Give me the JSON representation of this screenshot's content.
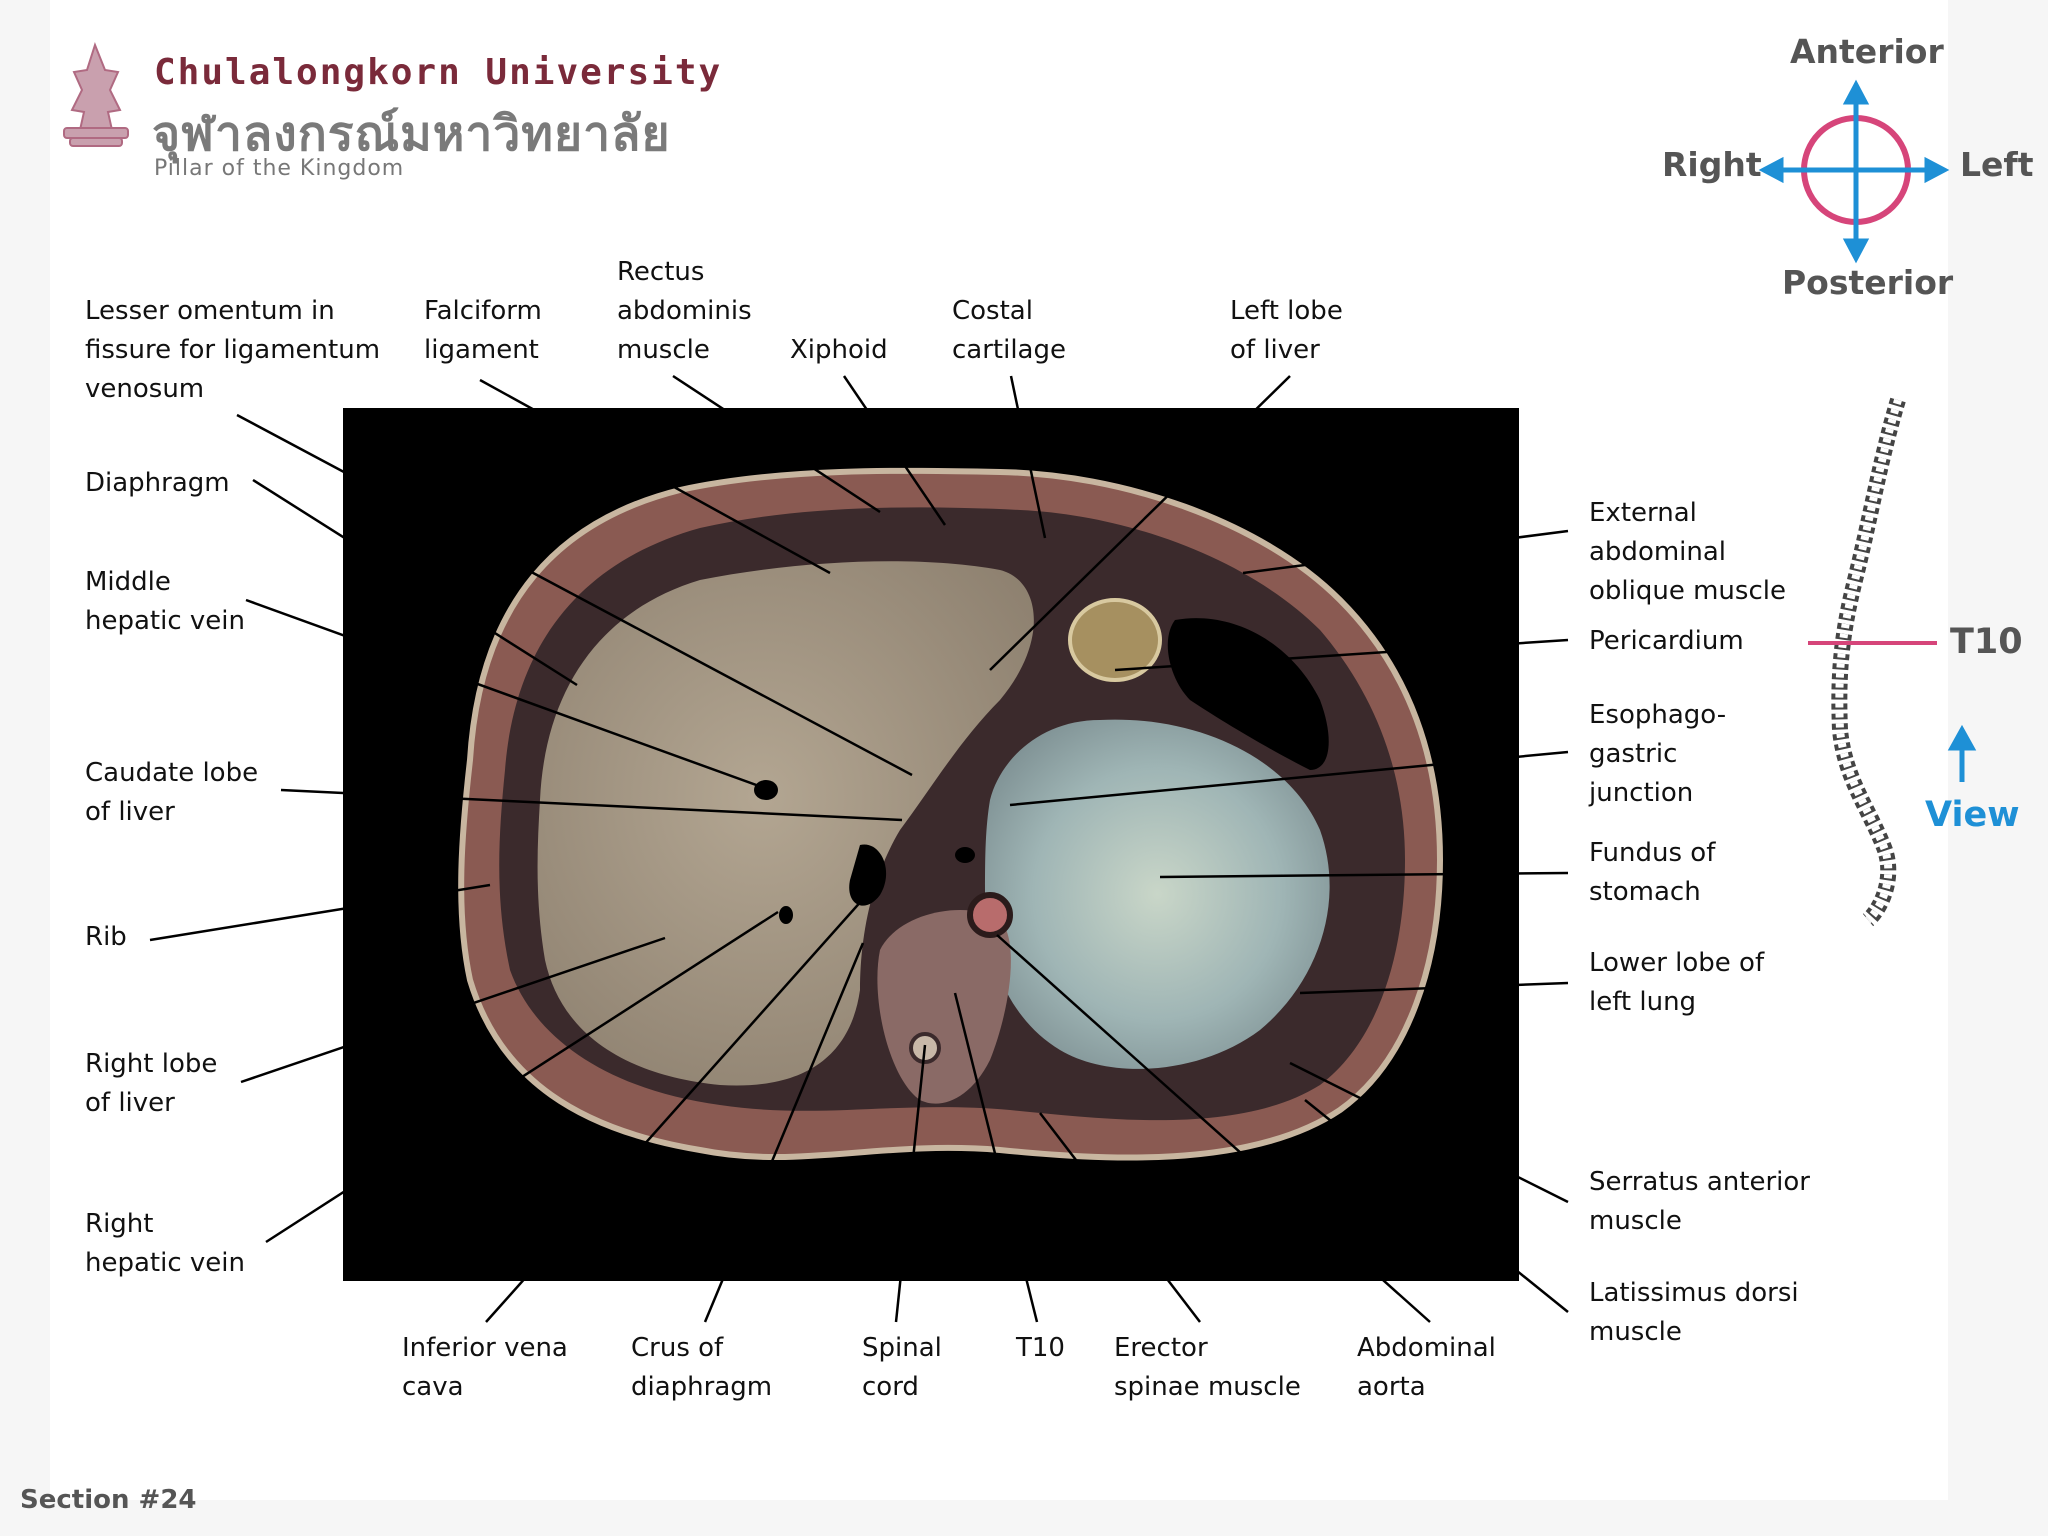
{
  "header": {
    "university_en": "Chulalongkorn University",
    "university_th": "จุฬาลงกรณ์มหาวิทยาลัย",
    "motto": "Pillar of the Kingdom"
  },
  "orientation": {
    "anterior": "Anterior",
    "posterior": "Posterior",
    "right": "Right",
    "left": "Left",
    "compass_color": "#d6457a",
    "arrow_color": "#1e90d6"
  },
  "spine_indicator": {
    "level": "T10",
    "view": "View",
    "level_line_color": "#d6457a",
    "view_color": "#1e90d6"
  },
  "labels": {
    "lesser_omentum": [
      "Lesser omentum in",
      "fissure for ligamentum",
      "venosum"
    ],
    "falciform": [
      "Falciform",
      "ligament"
    ],
    "rectus": [
      "Rectus",
      "abdominis",
      "muscle"
    ],
    "xiphoid": [
      "Xiphoid"
    ],
    "costal": [
      "Costal",
      "cartilage"
    ],
    "left_lobe": [
      "Left lobe",
      "of liver"
    ],
    "diaphragm": [
      "Diaphragm"
    ],
    "middle_hepatic": [
      "Middle",
      "hepatic vein"
    ],
    "caudate": [
      "Caudate lobe",
      "of liver"
    ],
    "rib": [
      "Rib"
    ],
    "right_lobe": [
      "Right lobe",
      "of liver"
    ],
    "right_hepatic": [
      "Right",
      "hepatic vein"
    ],
    "external_oblique": [
      "External",
      "abdominal",
      "oblique muscle"
    ],
    "pericardium": [
      "Pericardium"
    ],
    "esophago": [
      "Esophago-",
      "gastric",
      "junction"
    ],
    "fundus": [
      "Fundus of",
      "stomach"
    ],
    "lower_lobe": [
      "Lower lobe of",
      "left lung"
    ],
    "serratus": [
      "Serratus anterior",
      "muscle"
    ],
    "latissimus": [
      "Latissimus dorsi",
      "muscle"
    ],
    "ivc": [
      "Inferior vena",
      "cava"
    ],
    "crus": [
      "Crus of",
      "diaphragm"
    ],
    "spinal_cord": [
      "Spinal",
      "cord"
    ],
    "t10": [
      "T10"
    ],
    "erector": [
      "Erector",
      "spinae muscle"
    ],
    "aorta": [
      "Abdominal",
      "aorta"
    ]
  },
  "footer": {
    "section": "Section #24"
  }
}
